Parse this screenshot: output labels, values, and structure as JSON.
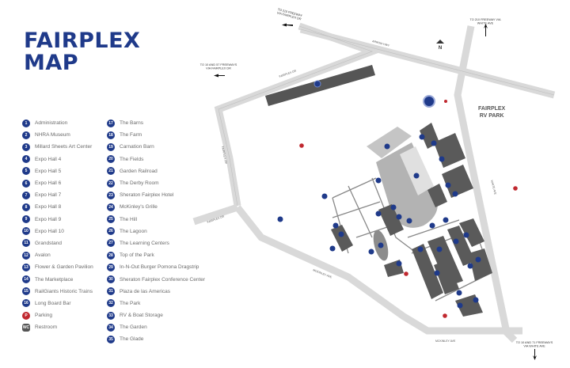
{
  "title": {
    "line1": "FAIRPLEX",
    "line2": "MAP"
  },
  "legend": {
    "col1": [
      {
        "num": "1",
        "label": "Administration"
      },
      {
        "num": "2",
        "label": "NHRA Museum"
      },
      {
        "num": "3",
        "label": "Millard Sheets Art Center"
      },
      {
        "num": "4",
        "label": "Expo Hall 4"
      },
      {
        "num": "5",
        "label": "Expo Hall 5"
      },
      {
        "num": "6",
        "label": "Expo Hall 6"
      },
      {
        "num": "7",
        "label": "Expo Hall 7"
      },
      {
        "num": "8",
        "label": "Expo Hall 8"
      },
      {
        "num": "9",
        "label": "Expo Hall 9"
      },
      {
        "num": "10",
        "label": "Expo Hall 10"
      },
      {
        "num": "11",
        "label": "Grandstand"
      },
      {
        "num": "12",
        "label": "Avalon"
      },
      {
        "num": "13",
        "label": "Flower & Garden Pavilion"
      },
      {
        "num": "14",
        "label": "The Marketplace"
      },
      {
        "num": "15",
        "label": "RailGiants Historic Trains"
      },
      {
        "num": "16",
        "label": "Long Board Bar"
      },
      {
        "num": "P",
        "label": "Parking",
        "type": "park"
      },
      {
        "num": "WC",
        "label": "Restroom",
        "type": "rest"
      }
    ],
    "col2": [
      {
        "num": "17",
        "label": "The Barns"
      },
      {
        "num": "18",
        "label": "The Farm"
      },
      {
        "num": "19",
        "label": "Carnation Barn"
      },
      {
        "num": "20",
        "label": "The Fields"
      },
      {
        "num": "21",
        "label": "Garden Railroad"
      },
      {
        "num": "22",
        "label": "The Derby Room"
      },
      {
        "num": "23",
        "label": "Sheraton Fairplex Hotel"
      },
      {
        "num": "24",
        "label": "McKinley's Grille"
      },
      {
        "num": "25",
        "label": "The Hill"
      },
      {
        "num": "26",
        "label": "The Lagoon"
      },
      {
        "num": "27",
        "label": "The Learning Centers"
      },
      {
        "num": "28",
        "label": "Top of the Park"
      },
      {
        "num": "29",
        "label": "In-N-Out Burger Pomona Dragstrip"
      },
      {
        "num": "30",
        "label": "Sheraton Fairplex Conference Center"
      },
      {
        "num": "31",
        "label": "Plaza de las Americas"
      },
      {
        "num": "32",
        "label": "The Park"
      },
      {
        "num": "33",
        "label": "RV & Boat Storage"
      },
      {
        "num": "34",
        "label": "The Garden"
      },
      {
        "num": "35",
        "label": "The Glade"
      }
    ]
  },
  "map": {
    "rv_park": {
      "line1": "FAIRPLEX",
      "line2": "RV PARK"
    },
    "north": "N",
    "roads": {
      "arrow_hwy": "ARROW HWY",
      "fairplex_dr_top": "FAIRPLEX DR",
      "fairplex_dr_left": "FAIRPLEX DR",
      "fairplex_dr_west": "FAIRPLEX DR",
      "mckinley_ave": "MCKINLEY AVE",
      "mckinley_ave_bottom": "MCKINLEY AVE",
      "white_ave": "WHITE AVE"
    },
    "directions": {
      "nw": {
        "line1": "TO 210 FREEWAY",
        "line2": "VIA FAIRPLEX DR"
      },
      "w": {
        "line1": "TO 10 AND 57 FREEWAYS",
        "line2": "VIA FAIRPLEX DR"
      },
      "ne": {
        "line1": "TO 210 FREEWAY VIA",
        "line2": "WHITE AVE"
      },
      "se": {
        "line1": "TO 10 AND 71 FREEWAYS",
        "line2": "VIA WHITE AVE"
      }
    },
    "colors": {
      "brand": "#1f3a8a",
      "parking": "#c0282f",
      "road": "#d9d9d9",
      "building": "#5a5a5a",
      "track": "#b3b3b3"
    }
  }
}
